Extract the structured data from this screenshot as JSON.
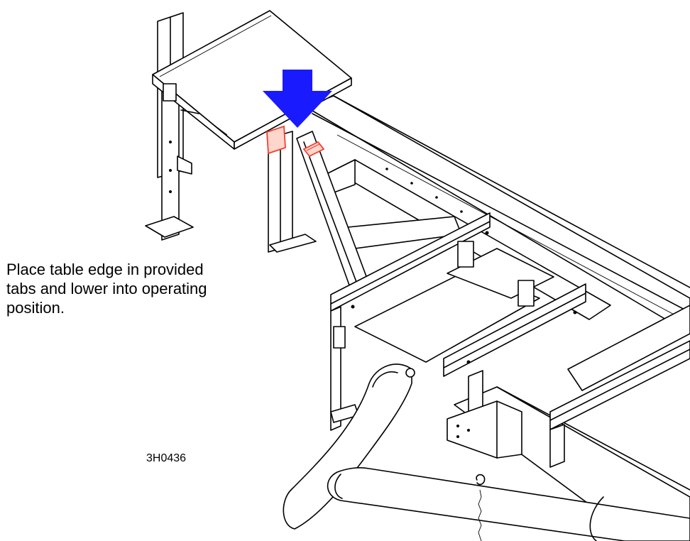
{
  "instruction": {
    "line1": "Place table edge in provided",
    "line2": "tabs and lower into operating",
    "line3": "position."
  },
  "figure_id": "3H0436",
  "colors": {
    "arrow": "#1a1aff",
    "tabs": "#f04030",
    "tab_fill": "#ffd6cc",
    "line": "#000000"
  },
  "icons": {
    "arrow": "down-arrow-icon"
  }
}
